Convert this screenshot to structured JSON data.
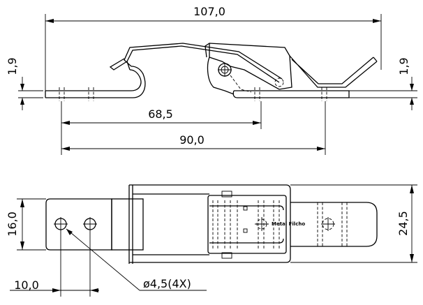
{
  "drawing": {
    "dimensions": {
      "overall_length": "107,0",
      "left_thickness": "1,9",
      "right_thickness": "1,9",
      "hook_distance": "68,5",
      "catch_distance": "90,0",
      "base_width": "16,0",
      "overall_width": "24,5",
      "hole_offset": "10,0",
      "hole_callout": "ø4,5(4X)"
    },
    "brand_mark": "Metal Filcho"
  }
}
